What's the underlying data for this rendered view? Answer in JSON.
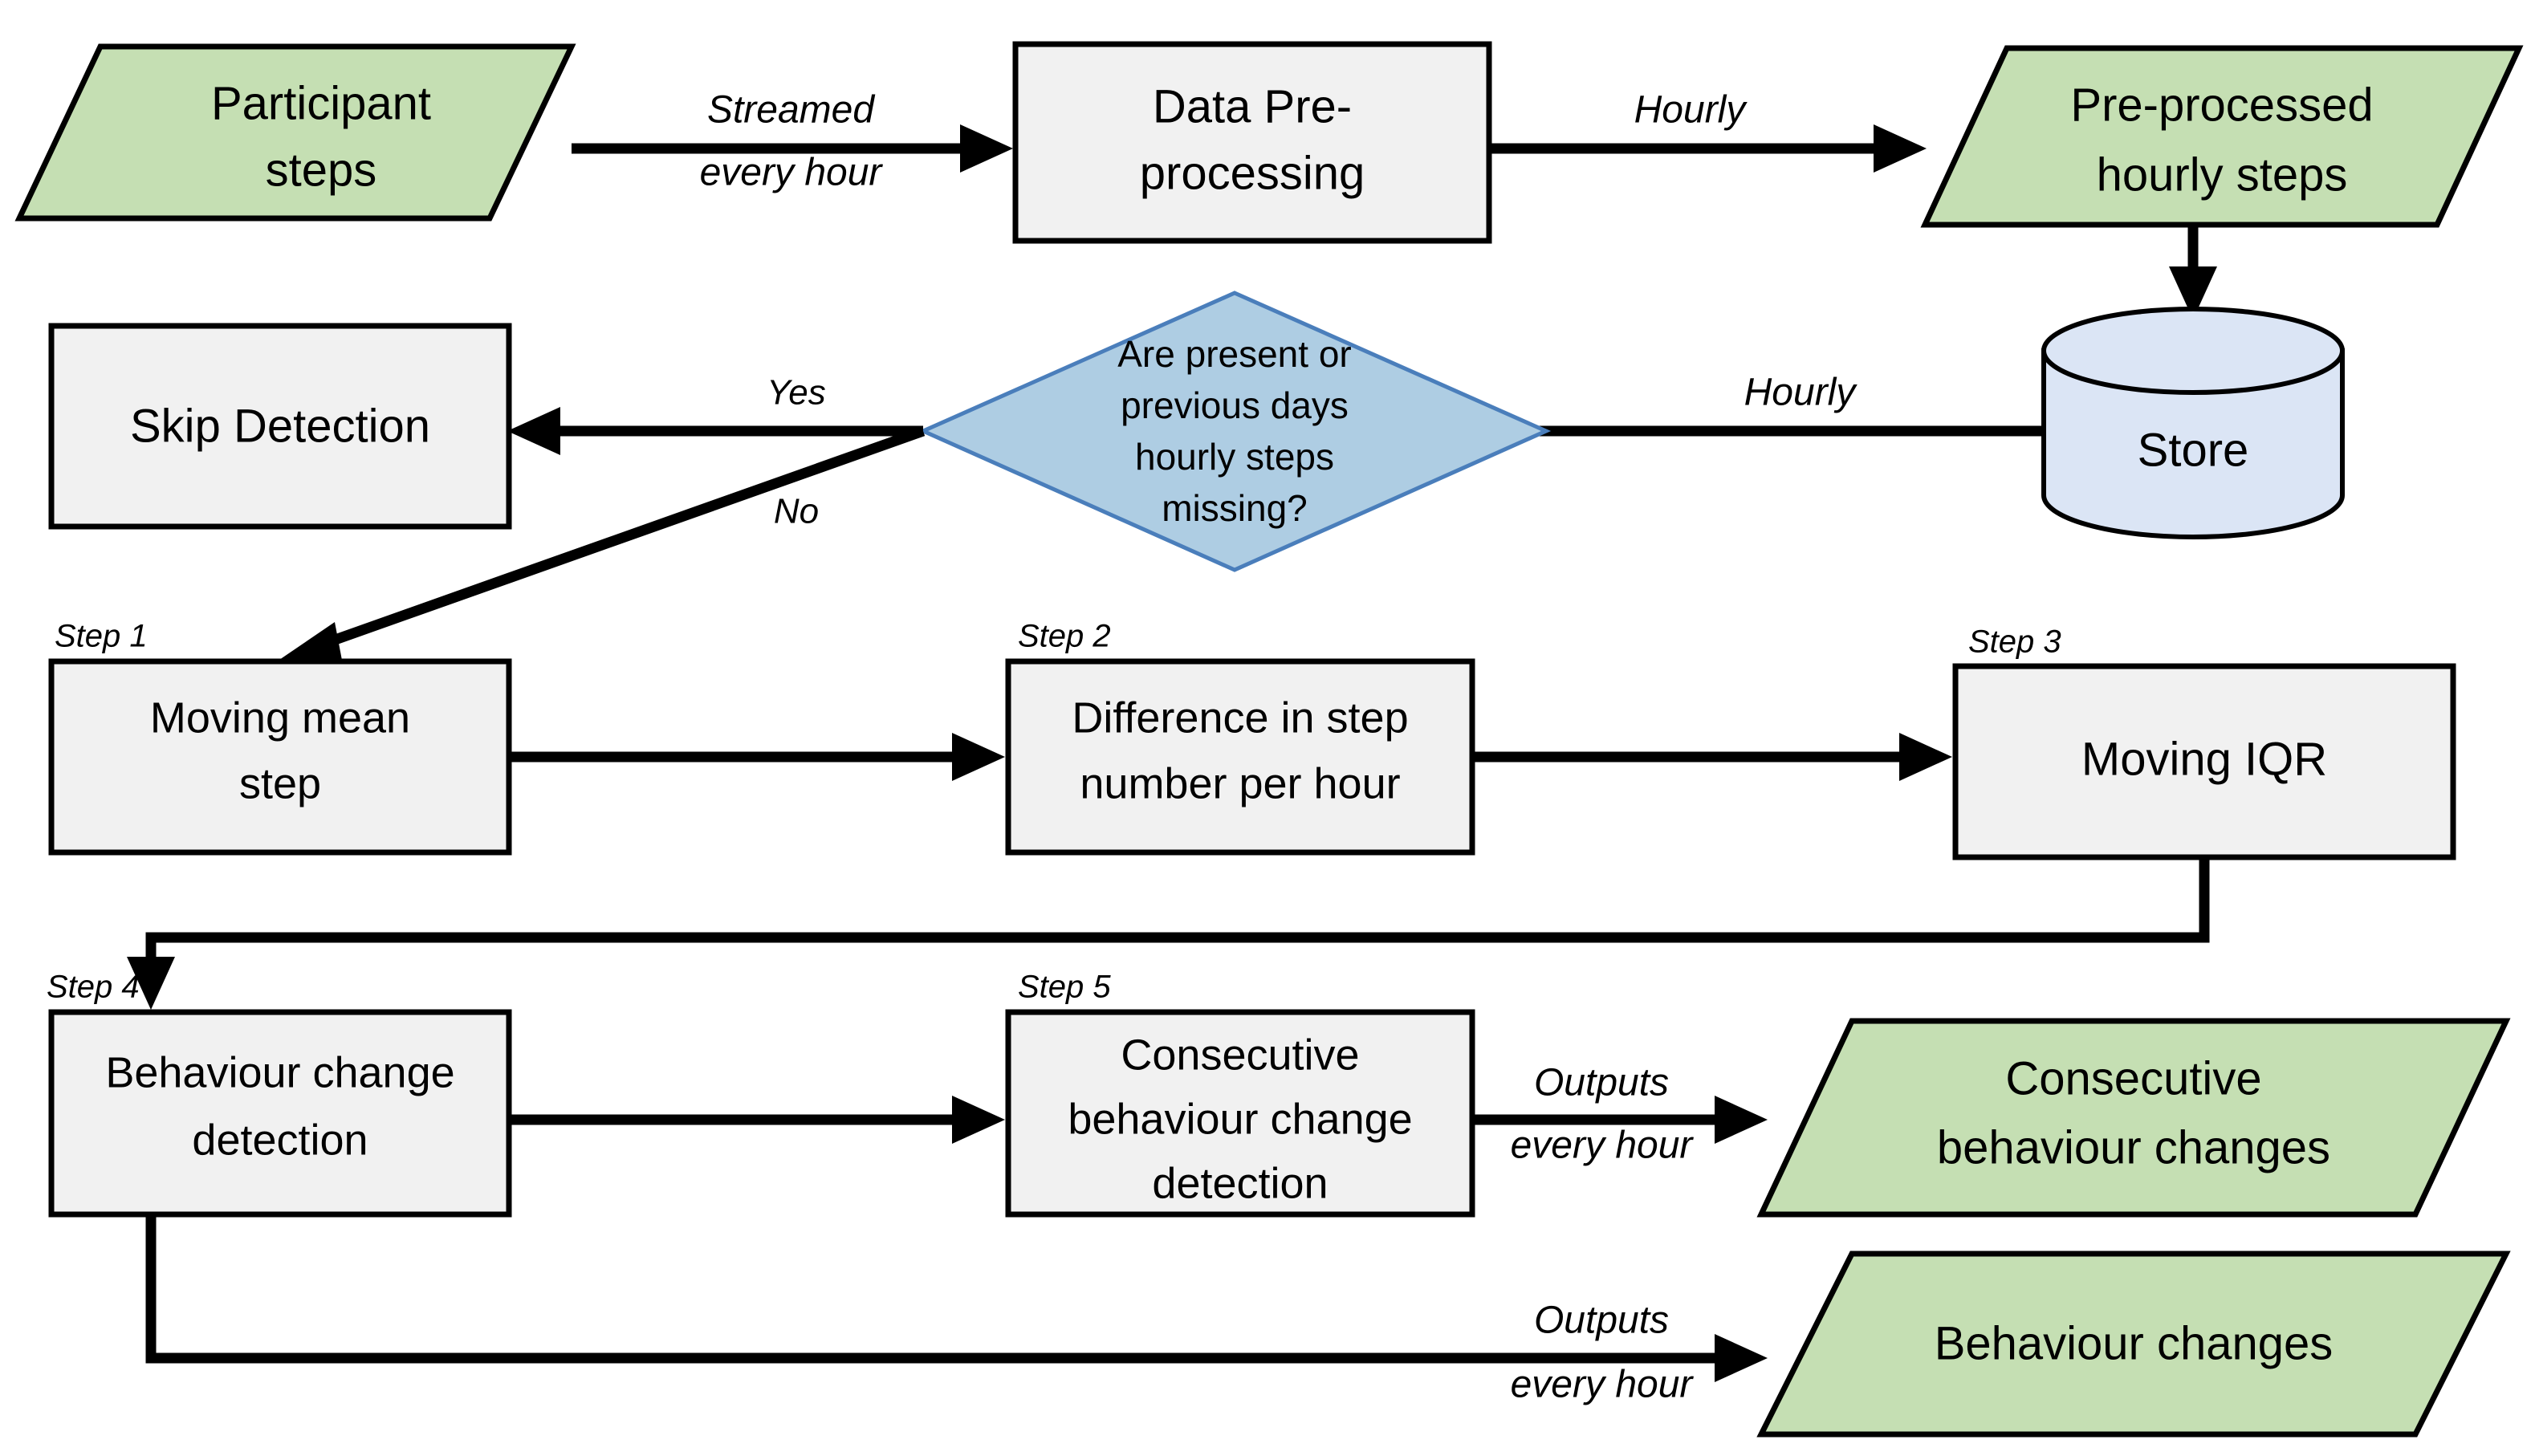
{
  "diagram": {
    "title": "Behaviour change detection pipeline flowchart",
    "colors": {
      "data_fill": "#c5dfb3",
      "process_fill": "#f1f1f1",
      "decision_fill": "#aecde3",
      "decision_stroke": "#4a7ebb",
      "store_fill": "#dbe5f5",
      "line": "#000000",
      "background": "#ffffff"
    },
    "nodes": {
      "participant_steps": {
        "label_line1": "Participant",
        "label_line2": "steps",
        "shape": "parallelogram"
      },
      "data_preprocessing": {
        "label_line1": "Data Pre-",
        "label_line2": "processing",
        "shape": "process"
      },
      "preprocessed_hourly_steps": {
        "label_line1": "Pre-processed",
        "label_line2": "hourly steps",
        "shape": "parallelogram"
      },
      "store": {
        "label": "Store",
        "shape": "database"
      },
      "decision": {
        "label_line1": "Are present or",
        "label_line2": "previous days",
        "label_line3": "hourly steps",
        "label_line4": "missing?",
        "shape": "diamond"
      },
      "skip_detection": {
        "label": "Skip Detection",
        "shape": "process"
      },
      "step1": {
        "step": "Step 1",
        "label_line1": "Moving mean",
        "label_line2": "step",
        "shape": "process"
      },
      "step2": {
        "step": "Step 2",
        "label_line1": "Difference in step",
        "label_line2": "number per hour",
        "shape": "process"
      },
      "step3": {
        "step": "Step 3",
        "label": "Moving IQR",
        "shape": "process"
      },
      "step4": {
        "step": "Step 4",
        "label_line1": "Behaviour change",
        "label_line2": "detection",
        "shape": "process"
      },
      "step5": {
        "step": "Step 5",
        "label_line1": "Consecutive",
        "label_line2": "behaviour change",
        "label_line3": "detection",
        "shape": "process"
      },
      "consecutive_behaviour_changes": {
        "label_line1": "Consecutive",
        "label_line2": "behaviour changes",
        "shape": "parallelogram"
      },
      "behaviour_changes": {
        "label": "Behaviour changes",
        "shape": "parallelogram"
      }
    },
    "edges": {
      "participant_to_preprocessing": {
        "label_line1": "Streamed",
        "label_line2": "every hour"
      },
      "preprocessing_to_preprocessed": {
        "label": "Hourly"
      },
      "preprocessed_to_store": {
        "label": ""
      },
      "store_to_decision": {
        "label": "Hourly"
      },
      "decision_to_skip": {
        "label": "Yes"
      },
      "decision_to_step1": {
        "label": "No"
      },
      "step1_to_step2": {
        "label": ""
      },
      "step2_to_step3": {
        "label": ""
      },
      "step3_to_step4": {
        "label": ""
      },
      "step4_to_step5": {
        "label": ""
      },
      "step5_to_consecutive_output": {
        "label_line1": "Outputs",
        "label_line2": "every hour"
      },
      "step4_to_behaviour_output": {
        "label_line1": "Outputs",
        "label_line2": "every hour"
      }
    }
  }
}
